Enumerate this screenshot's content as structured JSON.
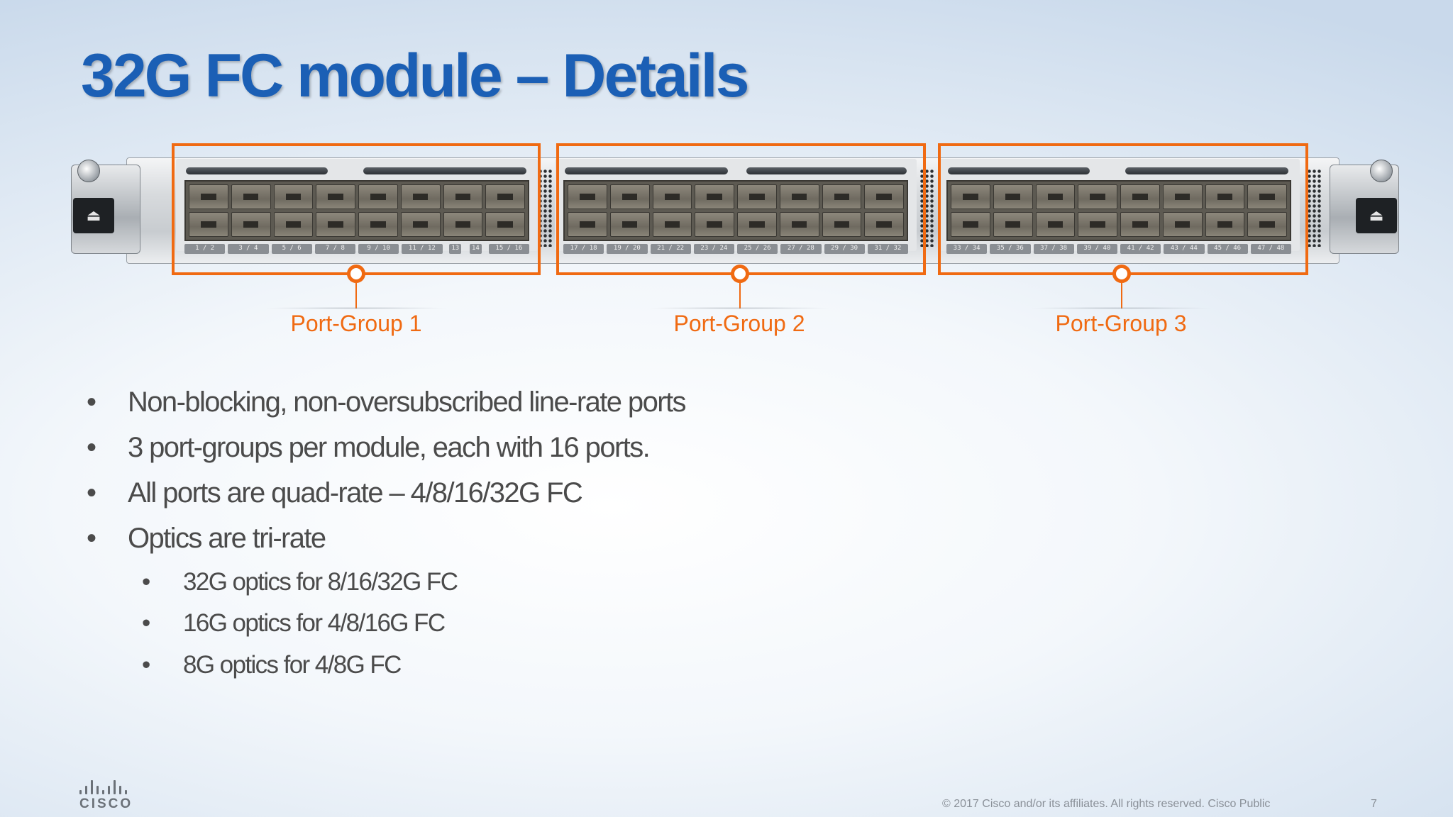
{
  "slide": {
    "title": "32G FC module – Details",
    "accent_color": "#f06a12",
    "title_color": "#1b5fb5",
    "port_groups": [
      {
        "label": "Port-Group 1",
        "port_pairs": [
          "1 / 2",
          "3 / 4",
          "5 / 6",
          "7 / 8",
          "9 / 10",
          "11 / 12",
          "13",
          "14",
          "15 / 16"
        ]
      },
      {
        "label": "Port-Group 2",
        "port_pairs": [
          "17 / 18",
          "19 / 20",
          "21 / 22",
          "23 / 24",
          "25 / 26",
          "27 / 28",
          "29 / 30",
          "31 / 32"
        ]
      },
      {
        "label": "Port-Group 3",
        "port_pairs": [
          "33 / 34",
          "35 / 36",
          "37 / 38",
          "39 / 40",
          "41 / 42",
          "43 / 44",
          "45 / 46",
          "47 / 48"
        ]
      }
    ],
    "bullets": [
      {
        "level": 1,
        "text": "Non-blocking, non-oversubscribed line-rate ports"
      },
      {
        "level": 1,
        "text": "3 port-groups per module, each with 16 ports."
      },
      {
        "level": 1,
        "text": "All ports are quad-rate – 4/8/16/32G FC"
      },
      {
        "level": 1,
        "text": "Optics are tri-rate"
      },
      {
        "level": 2,
        "text": "32G optics for 8/16/32G FC"
      },
      {
        "level": 2,
        "text": "16G optics for 4/8/16G FC"
      },
      {
        "level": 2,
        "text": "8G optics for 4/8G FC"
      }
    ],
    "bullet_glyph": "•",
    "eject_glyph": "⏏",
    "logo_text": "CISCO",
    "footer": {
      "copyright": "© 2017  Cisco and/or its affiliates. All rights reserved.   Cisco Public",
      "page_number": "7"
    }
  }
}
